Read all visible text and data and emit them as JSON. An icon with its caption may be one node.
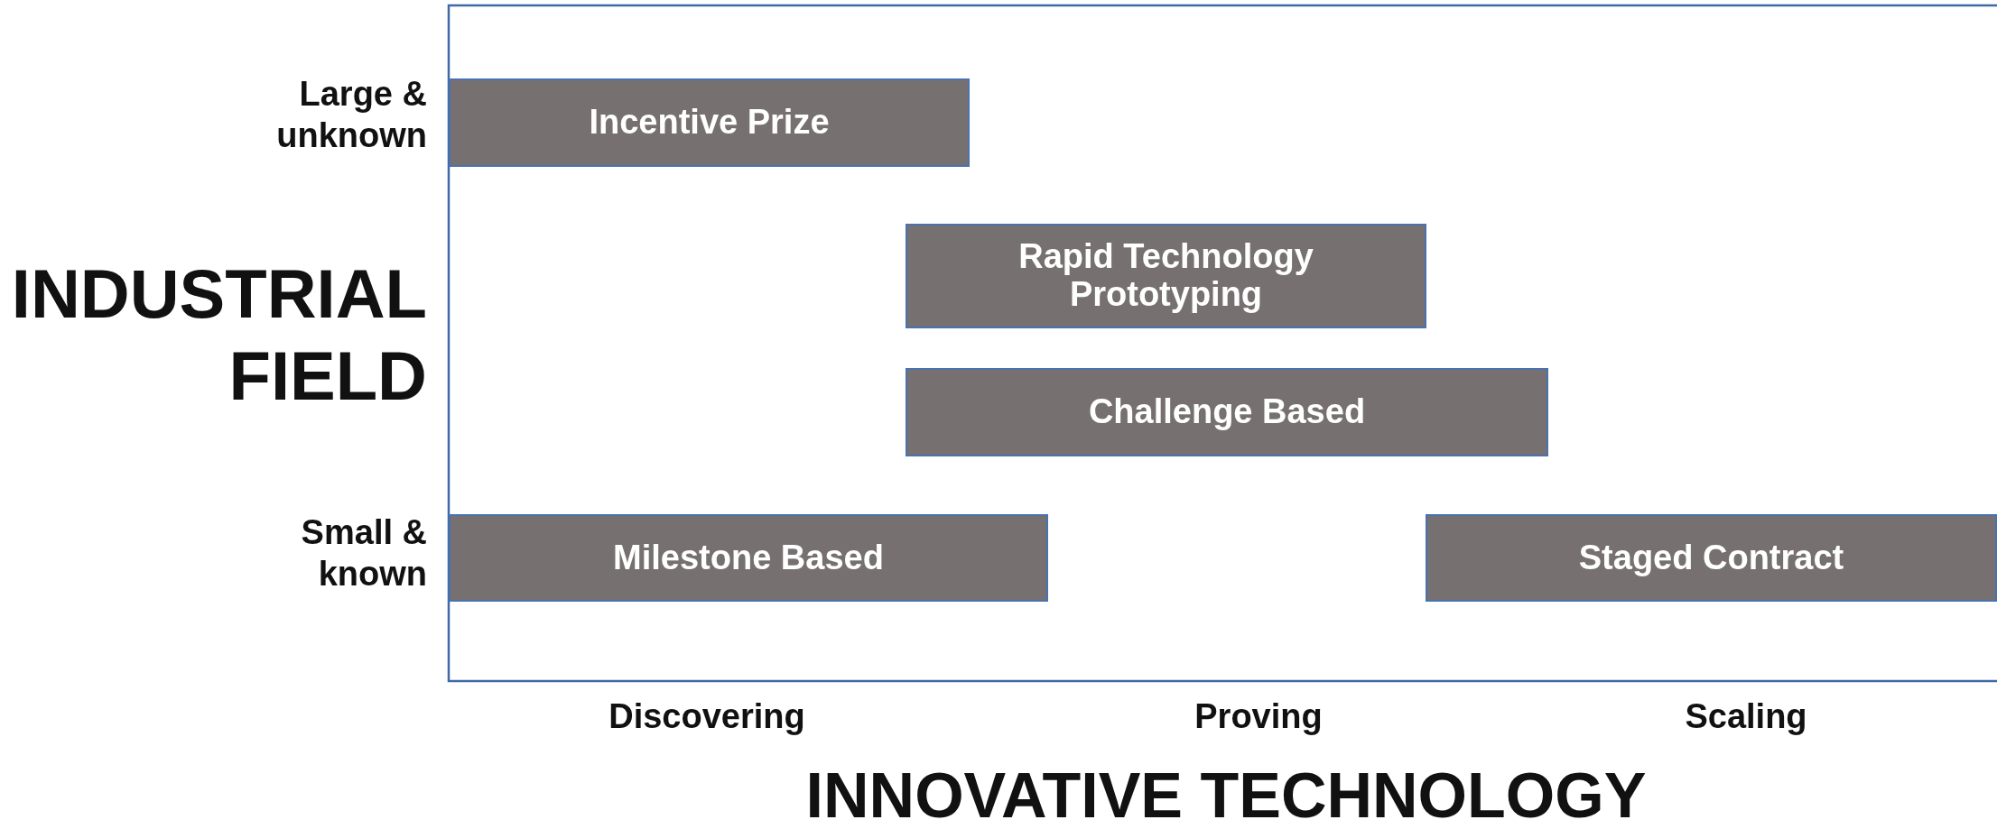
{
  "diagram": {
    "nodes": [
      {
        "text": [
          "Incentive Prize"
        ]
      },
      {
        "text": [
          "Rapid Technology Prototyping"
        ]
      },
      {
        "text": [
          "Challenge Based"
        ]
      },
      {
        "text": [
          "Milestone Based"
        ]
      },
      {
        "text": [
          "Staged Contract"
        ]
      }
    ],
    "labels": [
      "Large & unknown",
      "INDUSTRIAL FIELD",
      "Small & known",
      "Discovering",
      "Proving",
      "Scaling",
      "INNOVATIVE TECHNOLOGY"
    ]
  }
}
